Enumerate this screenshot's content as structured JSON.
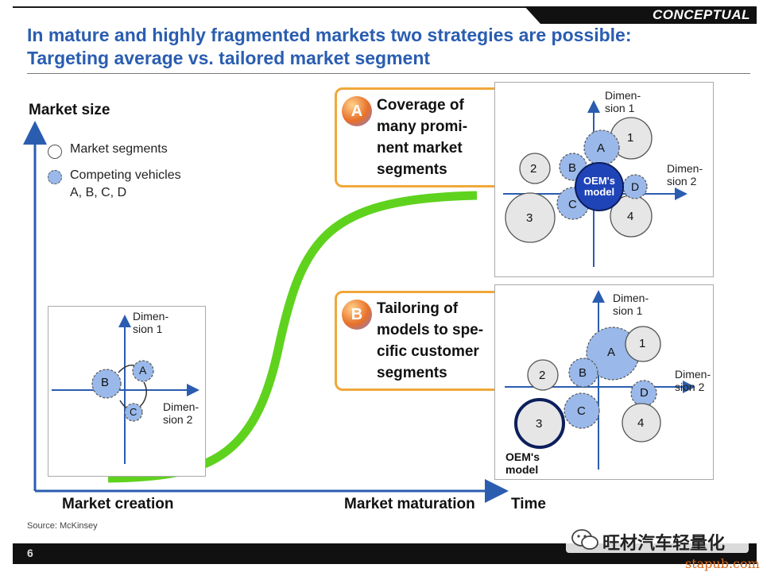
{
  "badge": "CONCEPTUAL",
  "title": {
    "line1": "In mature and highly fragmented markets two strategies are possible:",
    "line2": "Targeting average vs. tailored market segment"
  },
  "axis": {
    "y_label": "Market size",
    "x_label_start": "Market creation",
    "x_label_mid": "Market maturation",
    "x_label_end": "Time"
  },
  "legend": {
    "segments": "Market segments",
    "vehicles_line1": "Competing vehicles",
    "vehicles_line2": "A, B, C, D"
  },
  "callout_a": {
    "mark": "A",
    "text": "Coverage of\nmany promi-\nnent market\nsegments"
  },
  "callout_b": {
    "mark": "B",
    "text": "Tailoring of\nmodels to spe-\ncific customer\nsegments"
  },
  "dims": {
    "d1_line1": "Dimen-",
    "d1_line2": "sion 1",
    "d2_line1": "Dimen-",
    "d2_line2": "sion 2"
  },
  "oem": {
    "line1": "OEM's",
    "line2": "model"
  },
  "labels": {
    "A": "A",
    "B": "B",
    "C": "C",
    "D": "D",
    "s1": "1",
    "s2": "2",
    "s3": "3",
    "s4": "4"
  },
  "source": "Source: McKinsey",
  "page": "6",
  "watermark": "旺材汽车轻量化",
  "watermark_url": "stapub.com",
  "colors": {
    "title": "#2a5db0",
    "curve": "#5fd21e",
    "callout_border": "#f0a83a",
    "vehicle_fill": "#9ab9ea",
    "segment_fill": "#e6e6e6",
    "oem_fill": "#1f44b8",
    "axis": "#2a5db0"
  }
}
